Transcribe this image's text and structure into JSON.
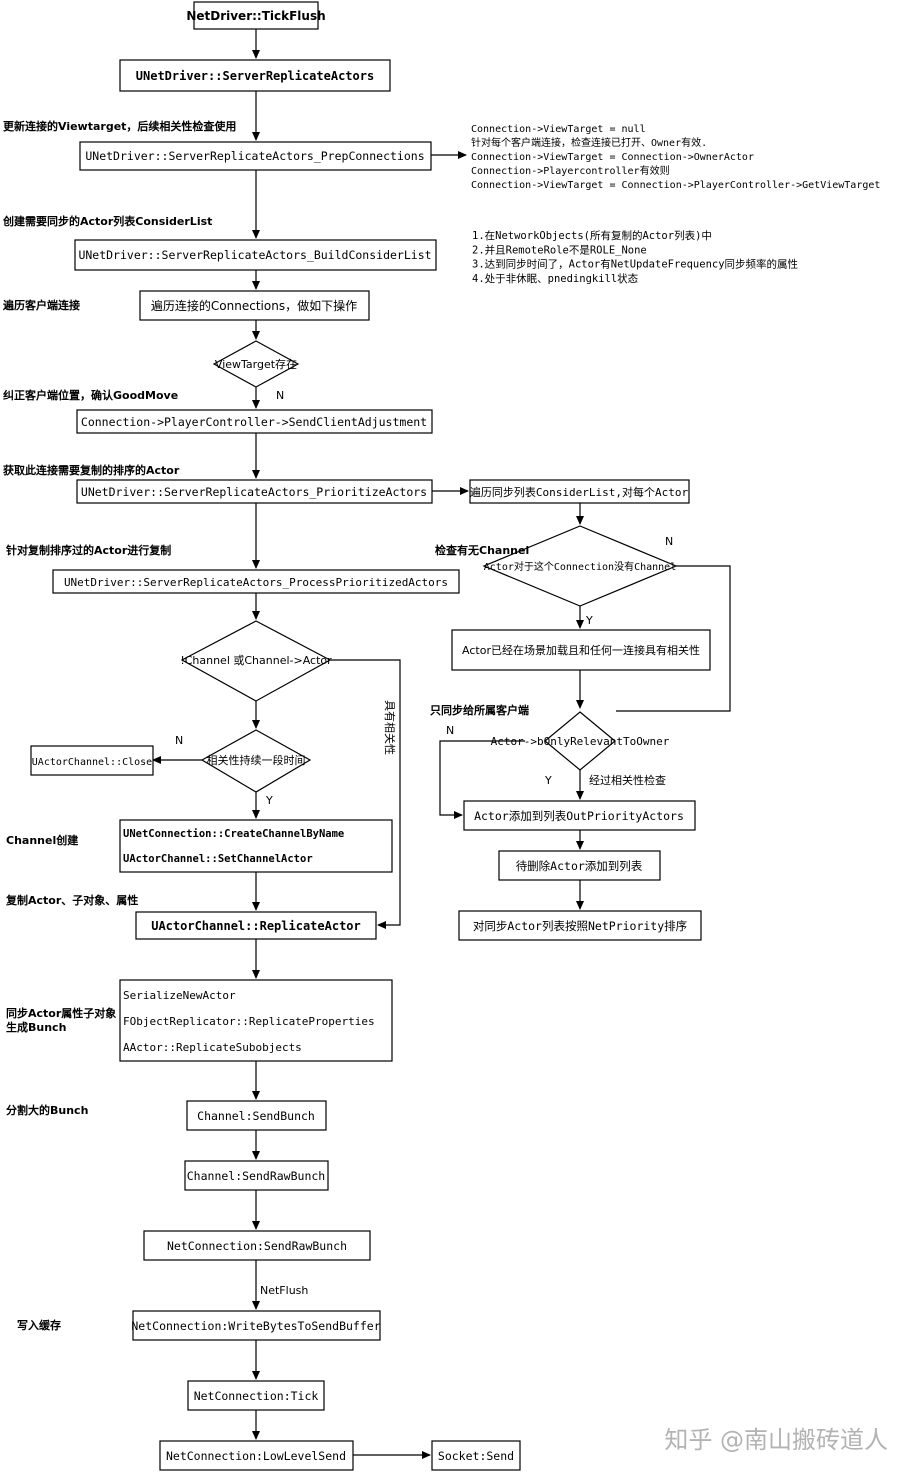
{
  "nodes": {
    "tick_flush": "NetDriver::TickFlush",
    "server_replicate": "UNetDriver::ServerReplicateActors",
    "prep_connections": "UNetDriver::ServerReplicateActors_PrepConnections",
    "build_consider_list": "UNetDriver::ServerReplicateActors_BuildConsiderList",
    "iterate_connections": "遍历连接的Connections，做如下操作",
    "viewtarget_exists": "ViewTarget存在",
    "send_client_adjustment": "Connection->PlayerController->SendClientAdjustment",
    "prioritize_actors": "UNetDriver::ServerReplicateActors_PrioritizeActors",
    "iterate_consider_list": "遍历同步列表ConsiderList,对每个Actor",
    "actor_no_channel": "Actor对于这个Connection没有Channel",
    "actor_loaded_relevant": "Actor已经在场景加载且和任何一连接具有相关性",
    "only_relevant_to_owner": "Actor->bOnlyRelevantToOwner",
    "add_out_priority": "Actor添加到列表OutPriorityActors",
    "add_pending_delete": "待删除Actor添加到列表",
    "sort_by_priority": "对同步Actor列表按照NetPriority排序",
    "process_prioritized": "UNetDriver::ServerReplicateActors_ProcessPrioritizedActors",
    "channel_or_actor": "!Channel 或Channel->Actor",
    "relevancy_timeout": "相关性持续一段时间",
    "actor_channel_close": "UActorChannel::Close",
    "create_channel_line1": "UNetConnection::CreateChannelByName",
    "create_channel_line2": "UActorChannel::SetChannelActor",
    "replicate_actor": "UActorChannel::ReplicateActor",
    "serialize_line1": "SerializeNewActor",
    "serialize_line2": "FObjectReplicator::ReplicateProperties",
    "serialize_line3": "AActor::ReplicateSubobjects",
    "send_bunch": "Channel:SendBunch",
    "send_raw_bunch": "Channel:SendRawBunch",
    "netconn_send_raw_bunch": "NetConnection:SendRawBunch",
    "write_bytes": "NetConnection:WriteBytesToSendBuffer",
    "netconn_tick": "NetConnection:Tick",
    "low_level_send": "NetConnection:LowLevelSend",
    "socket_send": "Socket:Send"
  },
  "side_labels": {
    "update_viewtarget": "更新连接的Viewtarget，后续相关性检查使用",
    "create_consider_list": "创建需要同步的Actor列表ConsiderList",
    "iterate_clients": "遍历客户端连接",
    "correct_position": "纠正客户端位置，确认GoodMove",
    "get_sorted_actors": "获取此连接需要复制的排序的Actor",
    "replicate_sorted": "针对复制排序过的Actor进行复制",
    "check_channel": "检查有无Channel",
    "only_owner": "只同步给所属客户端",
    "channel_create": "Channel创建",
    "replicate_subobjects": "复制Actor、子对象、属性",
    "sync_properties": "同步Actor属性子对象\n生成Bunch",
    "split_bunch": "分割大的Bunch",
    "write_cache": "写入缓存"
  },
  "notes": {
    "prep": [
      "Connection->ViewTarget = null",
      "针对每个客户端连接，检查连接已打开、Owner有效.",
      "Connection->ViewTarget = Connection->OwnerActor",
      "Connection->Playercontroller有效则",
      "Connection->ViewTarget =  Connection->PlayerController->GetViewTarget"
    ],
    "consider": [
      "1.在NetworkObjects(所有复制的Actor列表)中",
      "2.并且RemoteRole不是ROLE_None",
      "3.达到同步时间了，Actor有NetUpdateFrequency同步频率的属性",
      "4.处于非休眠、pnedingkill状态"
    ]
  },
  "edge_labels": {
    "n_viewtarget": "N",
    "n_channel_check": "N",
    "y_channel_check": "Y",
    "n_relevancy": "N",
    "y_relevancy": "Y",
    "has_relevance": "具有相关性",
    "n_only_owner": "N",
    "y_only_owner": "Y",
    "passed_relevance": "经过相关性检查",
    "net_flush": "NetFlush"
  },
  "watermark": "知乎 @南山搬砖道人"
}
